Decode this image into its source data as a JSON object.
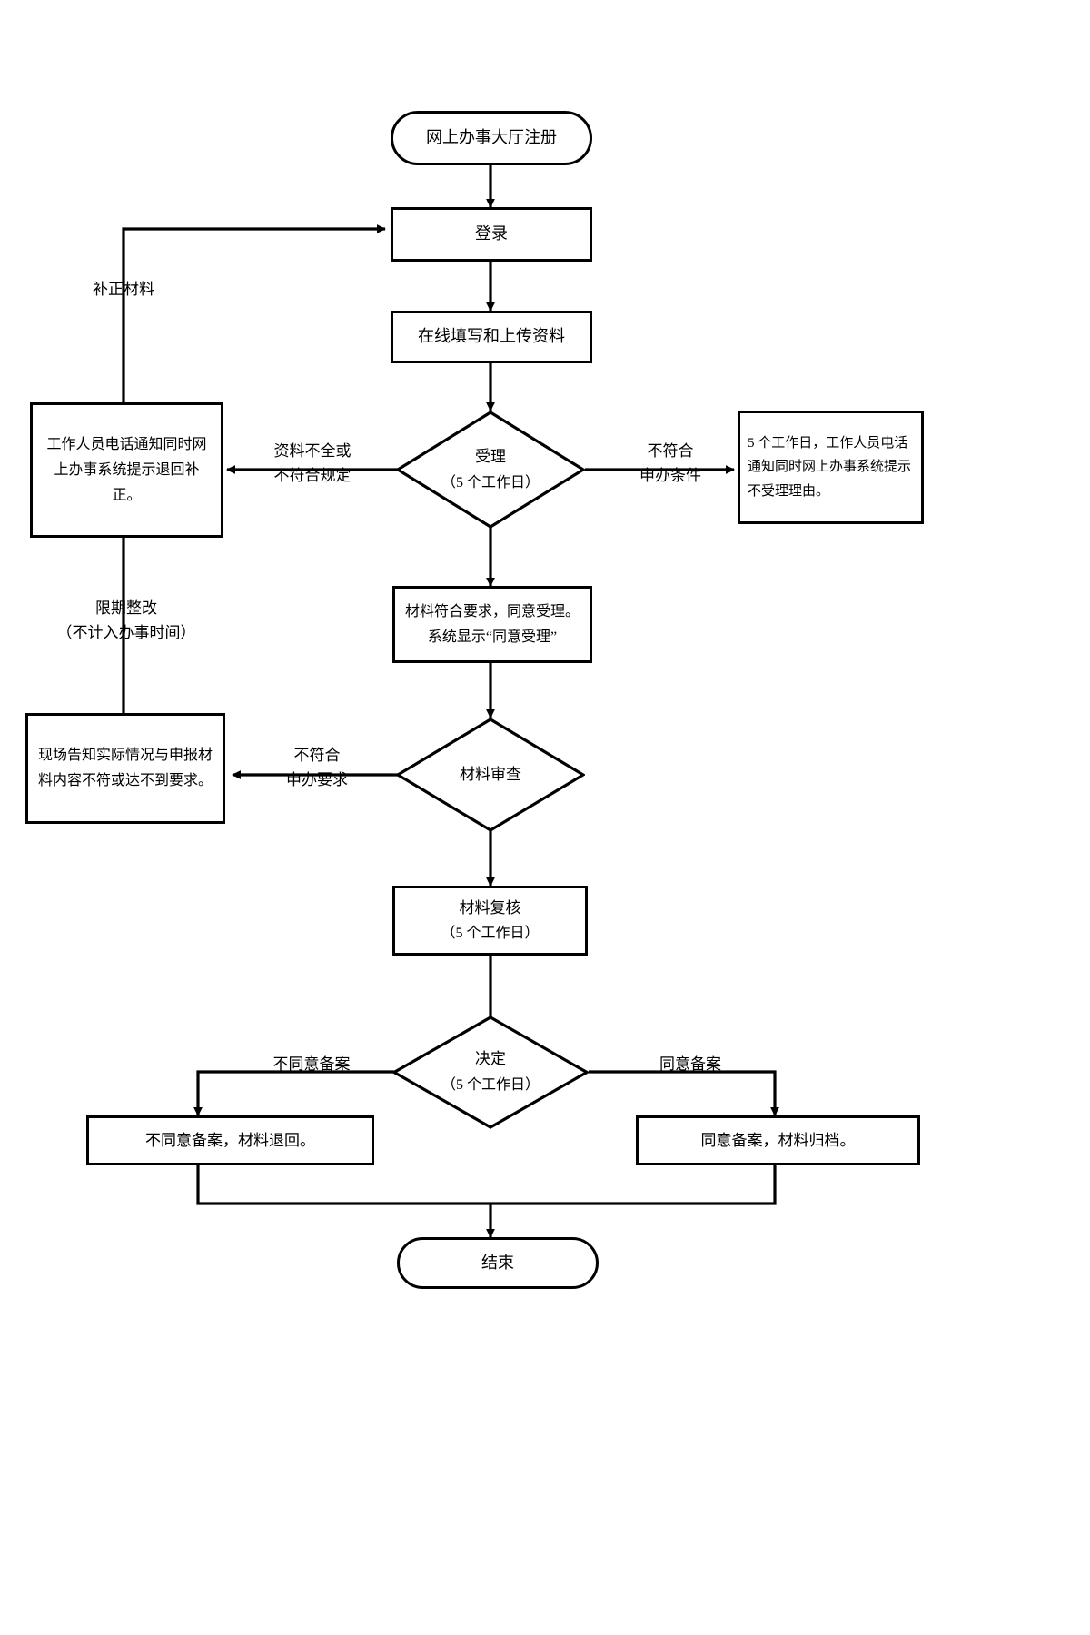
{
  "diagram": {
    "title_node": "网上办事大厅注册",
    "type": "flowchart",
    "orientation": "top-to-bottom"
  },
  "nodes": {
    "register": {
      "label": "网上办事大厅注册",
      "shape": "terminator"
    },
    "login": {
      "label": "登录",
      "shape": "process"
    },
    "fill_upload": {
      "label": "在线填写和上传资料",
      "shape": "process"
    },
    "accept_decision": {
      "line1": "受理",
      "line2": "（5 个工作日）",
      "shape": "decision"
    },
    "staff_notify_return": {
      "label": "工作人员电话通知同时网上办事系统提示退回补正。",
      "shape": "process"
    },
    "not_accept_reason": {
      "label": "5 个工作日，工作人员电话通知同时网上办事系统提示不受理理由。",
      "shape": "process"
    },
    "accepted_note": {
      "label": "材料符合要求，同意受理。系统显示“同意受理”",
      "shape": "process"
    },
    "material_review": {
      "label": "材料审查",
      "shape": "decision"
    },
    "onsite_notice": {
      "label": "现场告知实际情况与申报材料内容不符或达不到要求。",
      "shape": "process"
    },
    "material_recheck": {
      "line1": "材料复核",
      "line2": "（5 个工作日）",
      "shape": "process"
    },
    "decision": {
      "line1": "决定",
      "line2": "（5 个工作日）",
      "shape": "decision"
    },
    "reject_return": {
      "label": "不同意备案，材料退回。",
      "shape": "process"
    },
    "agree_archive": {
      "label": "同意备案，材料归档。",
      "shape": "process"
    },
    "end": {
      "label": "结束",
      "shape": "terminator"
    }
  },
  "edge_labels": {
    "supplement_material": "补正材料",
    "incomplete_or_noncompliant": "资料不全或\n不符合规定",
    "not_meet_conditions": "不符合\n申办条件",
    "rectify_deadline": "限期整改\n（不计入办事时间）",
    "not_meet_requirements": "不符合\n申办要求",
    "disagree_filing": "不同意备案",
    "agree_filing": "同意备案"
  },
  "colors": {
    "stroke": "#000000",
    "fill": "#ffffff",
    "text": "#000000"
  }
}
